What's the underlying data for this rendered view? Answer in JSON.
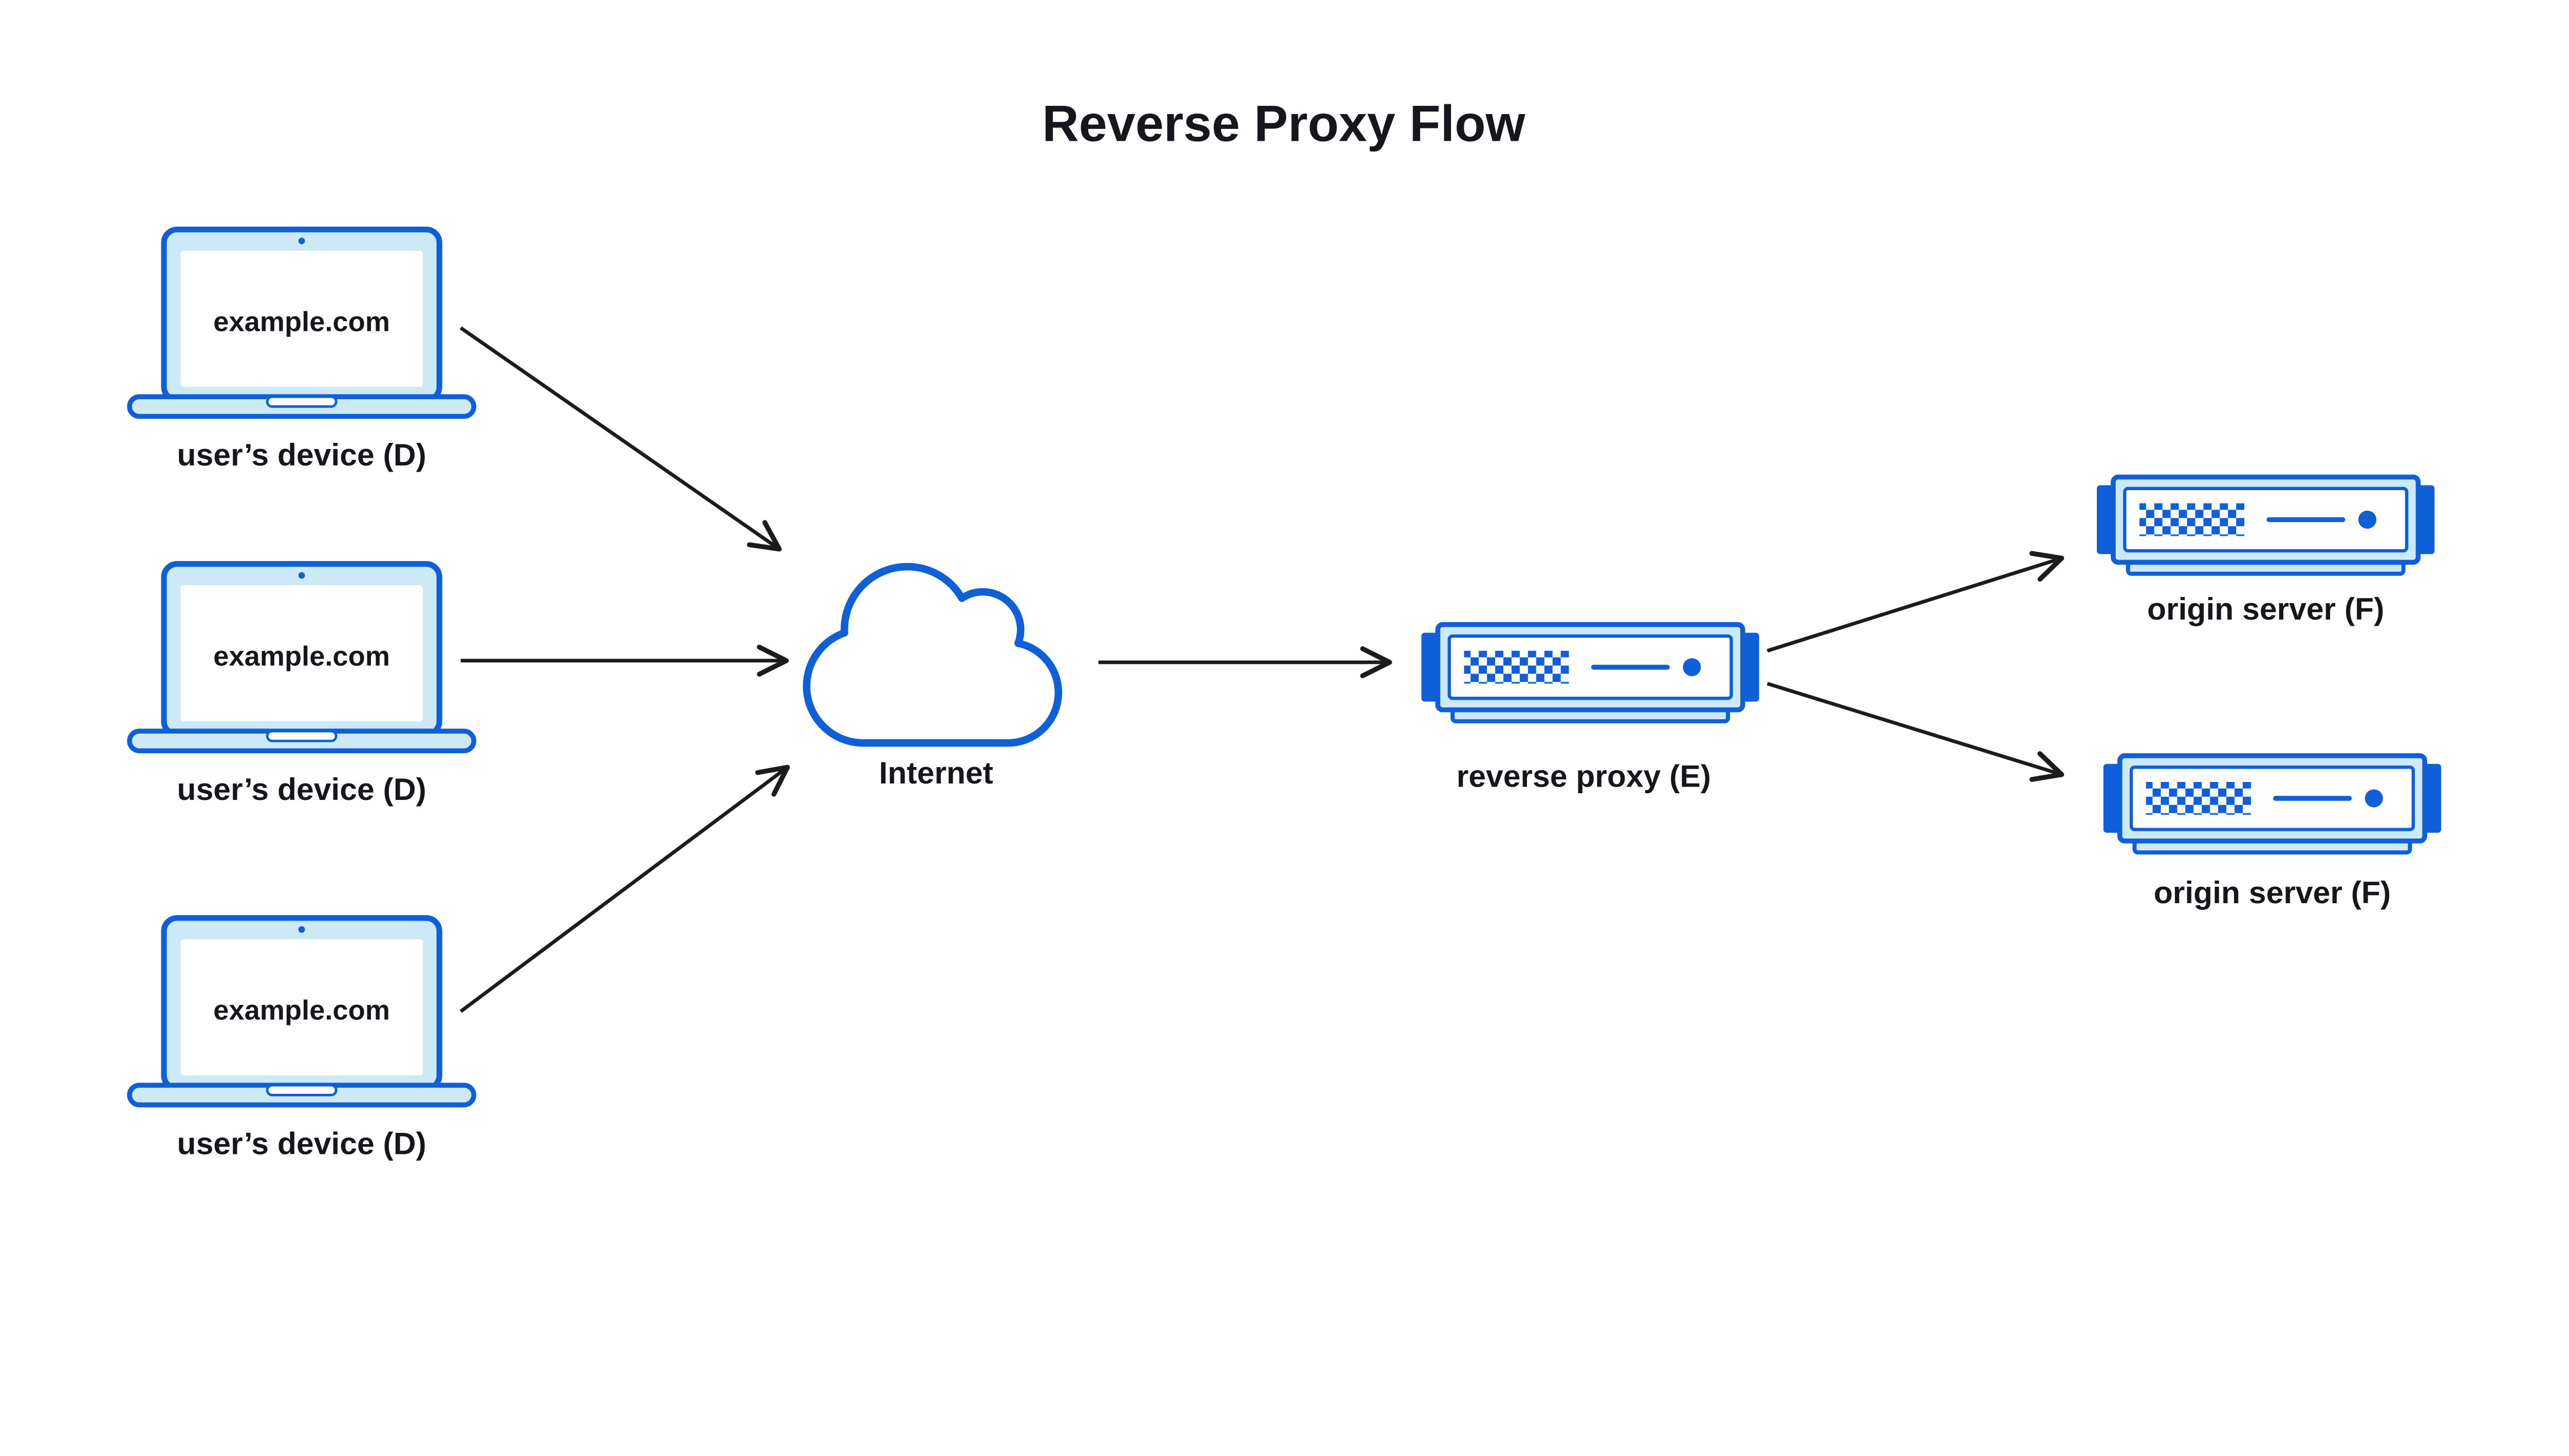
{
  "title": "Reverse Proxy Flow",
  "colors": {
    "primary": "#0e5fd8",
    "light": "#cde9f6",
    "white": "#ffffff",
    "text": "#15171c",
    "arrow": "#1c1c1e"
  },
  "devices": [
    {
      "screen_text": "example.com",
      "label": "user’s device (D)"
    },
    {
      "screen_text": "example.com",
      "label": "user’s device (D)"
    },
    {
      "screen_text": "example.com",
      "label": "user’s device (D)"
    }
  ],
  "internet": {
    "label": "Internet"
  },
  "proxy": {
    "label": "reverse proxy (E)"
  },
  "origins": [
    {
      "label": "origin server (F)"
    },
    {
      "label": "origin server (F)"
    }
  ]
}
